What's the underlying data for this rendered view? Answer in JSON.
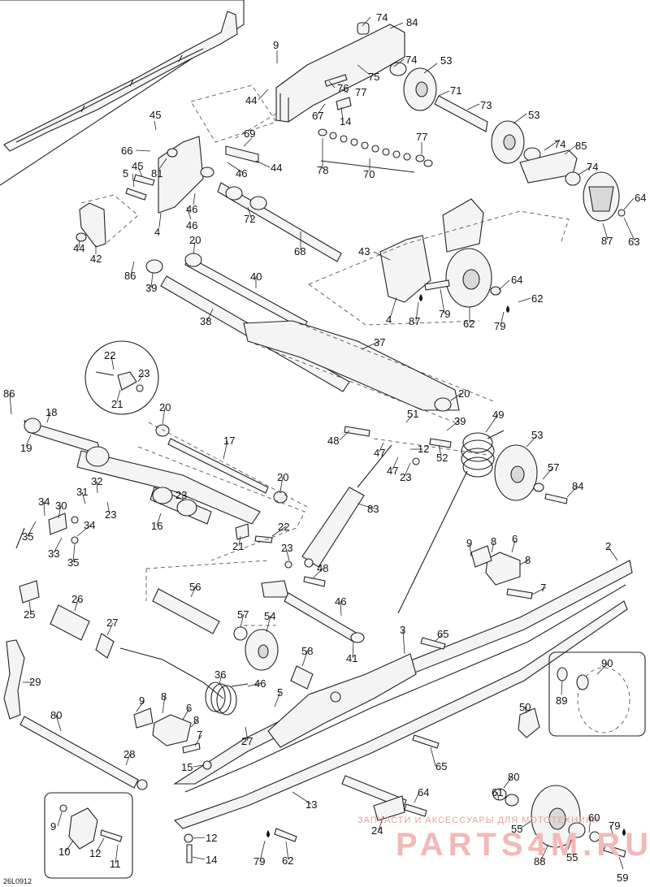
{
  "diagram_code": "26L0912",
  "watermark": {
    "tagline": "ЗАПЧАСТИ И АКСЕССУАРЫ ДЛЯ МОТОТЕХНИКИ",
    "logo_text": "PARTS4M.RU"
  },
  "labels": [
    "74",
    "84",
    "9",
    "53",
    "75",
    "74",
    "76",
    "44",
    "77",
    "71",
    "73",
    "67",
    "14",
    "45",
    "69",
    "53",
    "66",
    "81",
    "44",
    "46",
    "74",
    "85",
    "70",
    "78",
    "77",
    "5",
    "45",
    "46",
    "74",
    "72",
    "64",
    "46",
    "44",
    "42",
    "4",
    "68",
    "87",
    "63",
    "20",
    "43",
    "86",
    "39",
    "40",
    "64",
    "62",
    "4",
    "79",
    "62",
    "87",
    "79",
    "38",
    "37",
    "22",
    "23",
    "21",
    "86",
    "18",
    "20",
    "51",
    "20",
    "19",
    "39",
    "48",
    "49",
    "47",
    "12",
    "53",
    "17",
    "52",
    "47",
    "23",
    "57",
    "20",
    "84",
    "32",
    "31",
    "34",
    "30",
    "23",
    "23",
    "22",
    "83",
    "16",
    "21",
    "35",
    "34",
    "33",
    "35",
    "9",
    "8",
    "6",
    "8",
    "2",
    "23",
    "48",
    "25",
    "26",
    "56",
    "7",
    "46",
    "57",
    "54",
    "27",
    "3",
    "65",
    "58",
    "41",
    "90",
    "29",
    "36",
    "46",
    "5",
    "89",
    "9",
    "8",
    "50",
    "6",
    "80",
    "8",
    "27",
    "7",
    "28",
    "65",
    "15",
    "80",
    "64",
    "61",
    "13",
    "60",
    "79",
    "55",
    "12",
    "9",
    "10",
    "12",
    "11",
    "24",
    "55",
    "88",
    "14",
    "79",
    "62",
    "59"
  ]
}
